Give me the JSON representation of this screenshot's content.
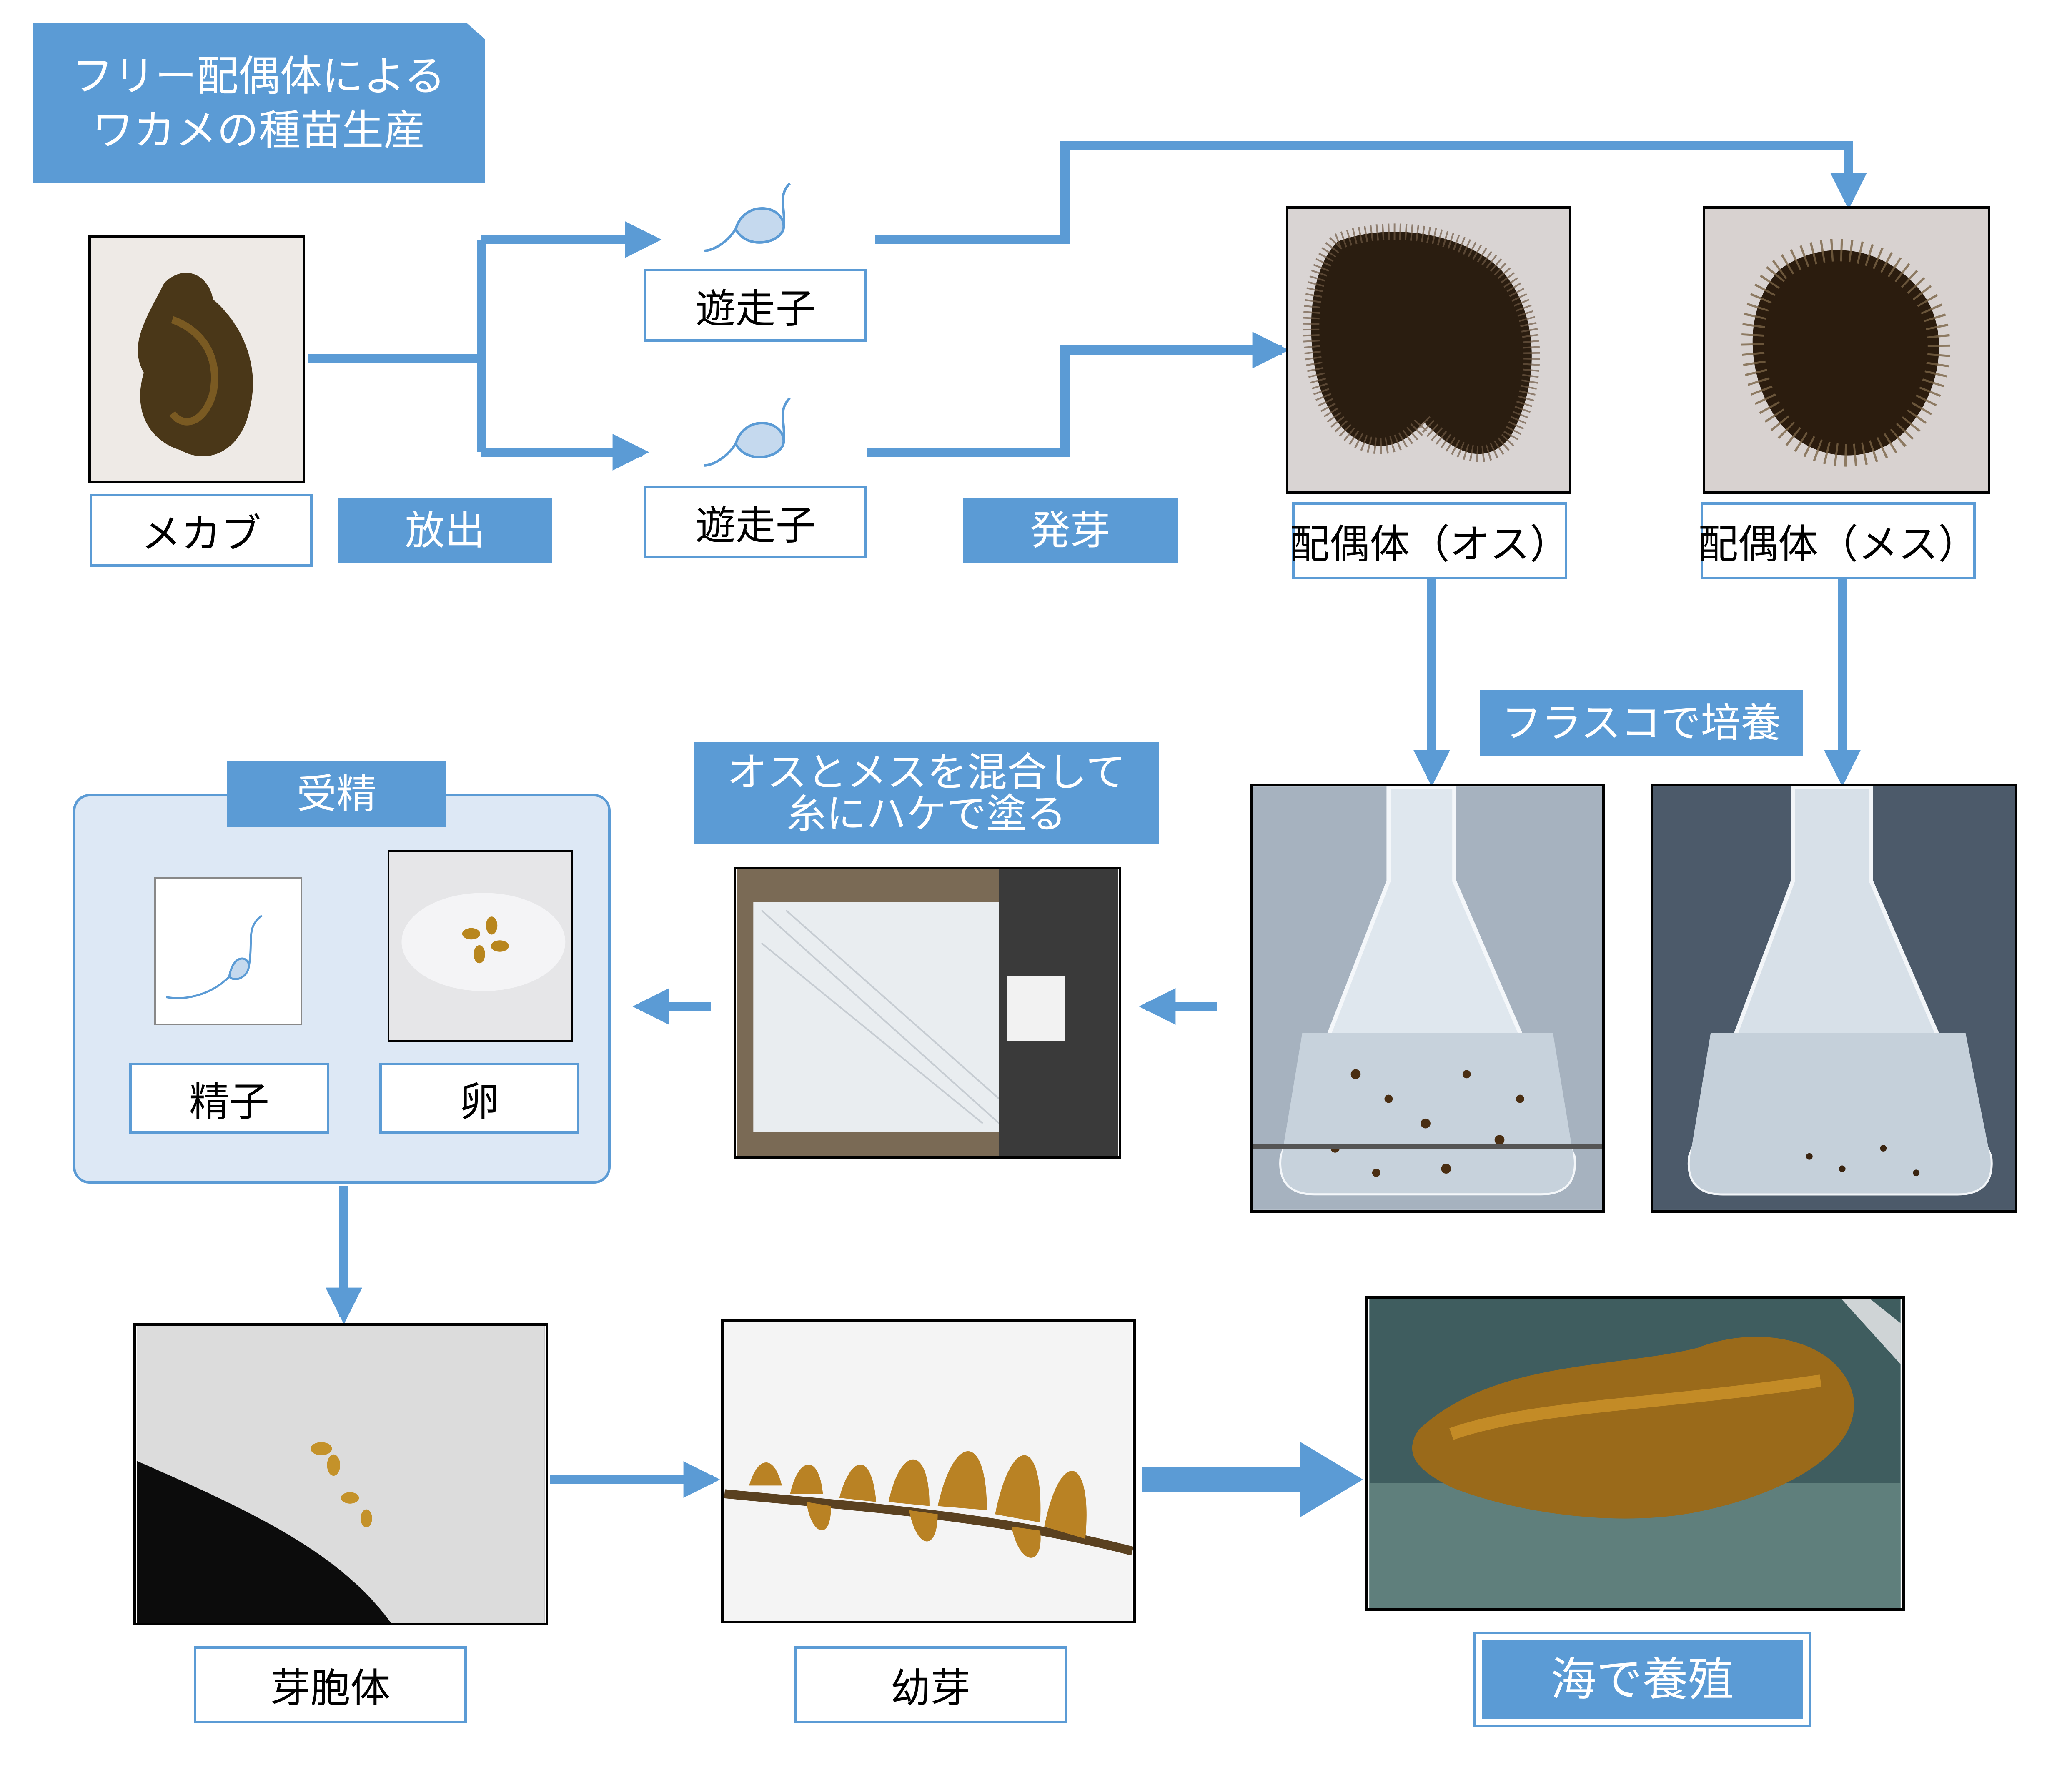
{
  "title": "フリー配偶体による\nワカメの種苗生産",
  "labels": {
    "mekabu": "メカブ",
    "release": "放出",
    "zoospore_top": "遊走子",
    "zoospore_bottom": "遊走子",
    "germination": "発芽",
    "gametophyte_male": "配偶体（オス）",
    "gametophyte_female": "配偶体（メス）",
    "flask_culture": "フラスコで培養",
    "mix_paint": "オスとメスを混合して\n糸にハケで塗る",
    "fertilization": "受精",
    "sperm": "精子",
    "egg": "卵",
    "sporophyte": "芽胞体",
    "young_bud": "幼芽",
    "sea_culture": "海で養殖"
  },
  "colors": {
    "accent": "#5b9bd5",
    "panel_fill": "#dde8f5",
    "zoospore_fill": "#c5d9ee"
  },
  "icons": {
    "zoospore": "zoospore-icon",
    "sperm": "sperm-icon"
  }
}
